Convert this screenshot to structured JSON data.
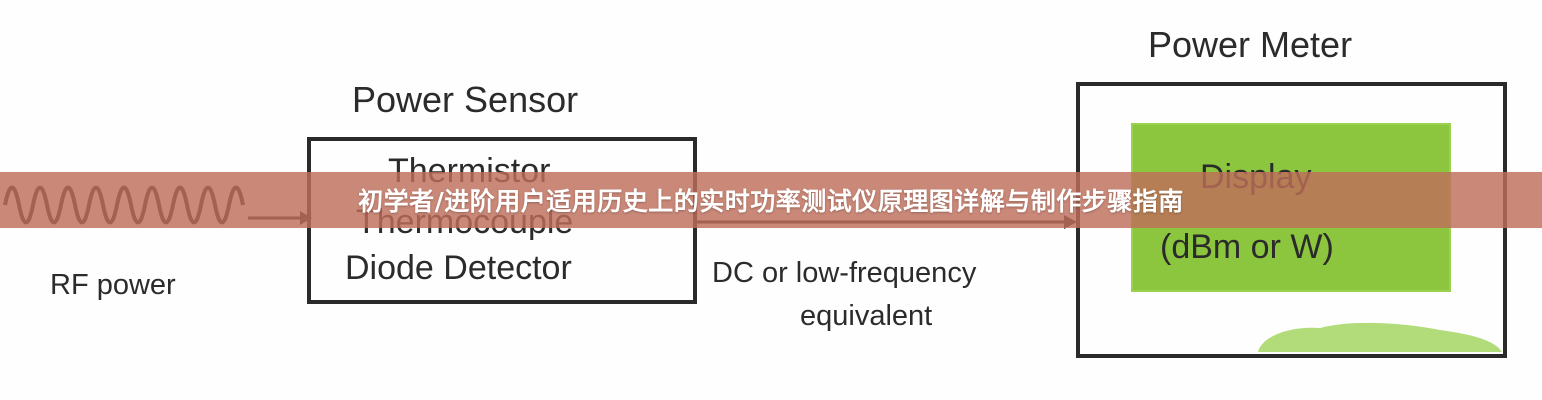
{
  "diagram": {
    "input_label": "RF power",
    "sensor": {
      "title": "Power Sensor",
      "lines": [
        "Thermistor",
        "Thermocouple",
        "Diode Detector"
      ]
    },
    "link_label": {
      "line1": "DC or low-frequency",
      "line2": "equivalent"
    },
    "meter": {
      "title": "Power Meter",
      "display_line1": "Display",
      "display_line2": "(dBm or W)"
    },
    "colors": {
      "display_fill": "#8cc63f",
      "outline": "#2a2a2a",
      "banner": "#be6e5a"
    }
  },
  "banner": {
    "text": "初学者/进阶用户适用历史上的实时功率测试仪原理图详解与制作步骤指南"
  }
}
